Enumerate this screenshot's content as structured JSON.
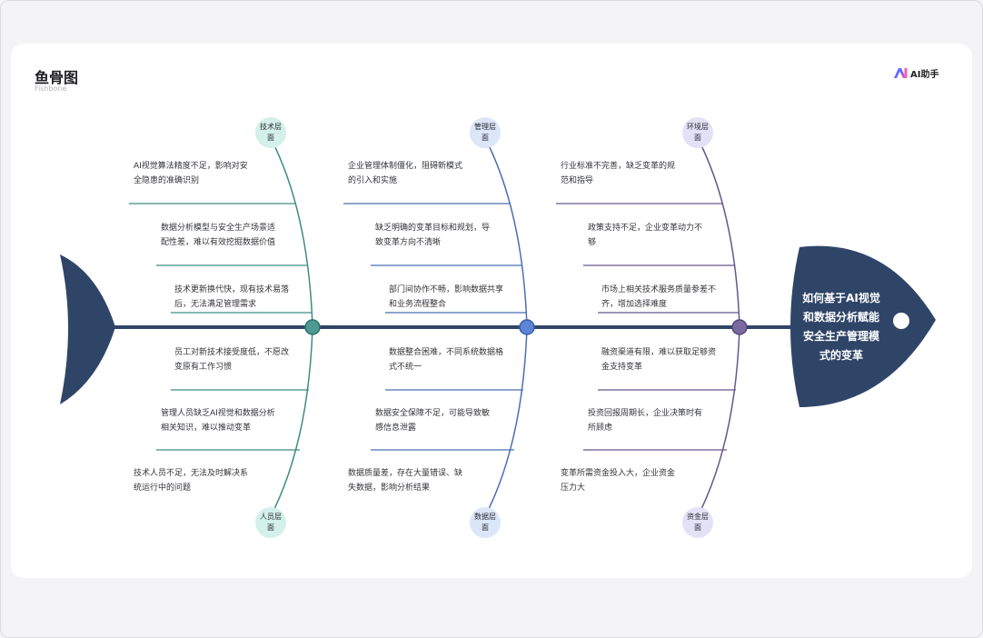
{
  "header": {
    "title": "鱼骨图",
    "subtitle": "Fishbone",
    "brand_label": "AI助手"
  },
  "fish_head": {
    "label": "如何基于AI视觉\n和数据分析赋能\n安全生产管理模\n式的变革"
  },
  "colors": {
    "spine": "#2f4568",
    "body": "#2f4568",
    "teal": "#3f8c83",
    "blue": "#4a6fb2",
    "purple": "#66578a"
  },
  "categories": {
    "tech": "技术层\n面",
    "people": "人员层\n面",
    "mgmt": "管理层\n面",
    "data": "数据层\n面",
    "env": "环境层\n面",
    "fund": "资金层\n面"
  },
  "causes": {
    "tech": [
      "AI视觉算法精度不足，影响对安\n全隐患的准确识别",
      "数据分析模型与安全生产场景适\n配性差，难以有效挖掘数据价值",
      "技术更新换代快，现有技术易落\n后，无法满足管理需求"
    ],
    "people": [
      "员工对新技术接受度低，不愿改\n变原有工作习惯",
      "管理人员缺乏AI视觉和数据分析\n相关知识，难以推动变革",
      "技术人员不足，无法及时解决系\n统运行中的问题"
    ],
    "mgmt": [
      "企业管理体制僵化，阻碍新模式\n的引入和实施",
      "缺乏明确的变革目标和规划，导\n致变革方向不清晰",
      "部门间协作不畅，影响数据共享\n和业务流程整合"
    ],
    "data": [
      "数据整合困难，不同系统数据格\n式不统一",
      "数据安全保障不足，可能导致敏\n感信息泄露",
      "数据质量差，存在大量错误、缺\n失数据，影响分析结果"
    ],
    "env": [
      "行业标准不完善，缺乏变革的规\n范和指导",
      "政策支持不足，企业变革动力不\n够",
      "市场上相关技术服务质量参差不\n齐，增加选择难度"
    ],
    "fund": [
      "融资渠道有限，难以获取足够资\n金支持变革",
      "投资回报周期长，企业决策时有\n所顾虑",
      "变革所需资金投入大，企业资金\n压力大"
    ]
  }
}
